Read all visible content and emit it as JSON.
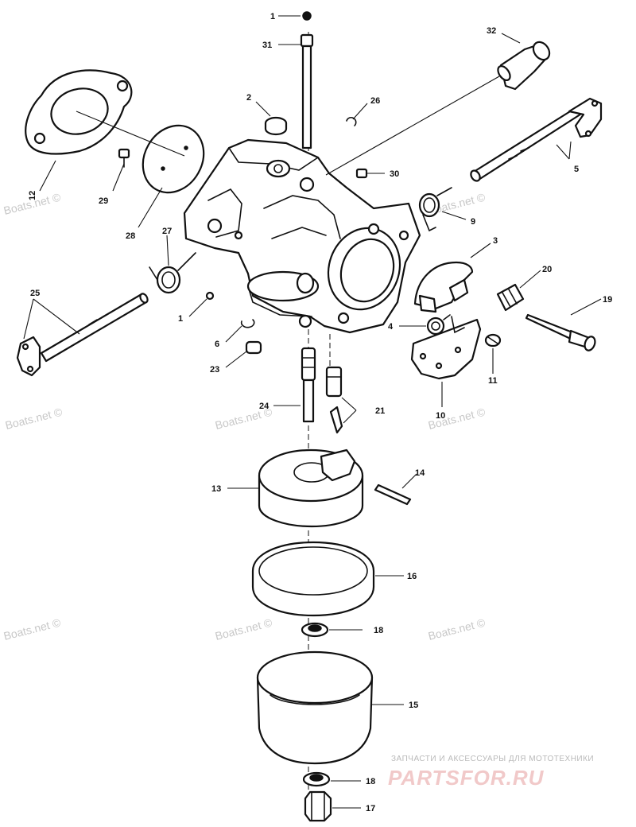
{
  "callouts": {
    "c1a": "1",
    "c1b": "1",
    "c2": "2",
    "c3": "3",
    "c4": "4",
    "c5": "5",
    "c6": "6",
    "c9": "9",
    "c10": "10",
    "c11": "11",
    "c12": "12",
    "c13": "13",
    "c14": "14",
    "c15": "15",
    "c16": "16",
    "c17": "17",
    "c18a": "18",
    "c18b": "18",
    "c19": "19",
    "c20": "20",
    "c21": "21",
    "c23": "23",
    "c24": "24",
    "c25": "25",
    "c26": "26",
    "c27": "27",
    "c28": "28",
    "c29": "29",
    "c30": "30",
    "c31": "31",
    "c32": "32"
  },
  "watermark": "Boats.net ©",
  "footer": {
    "tagline": "ЗАПЧАСТИ И АКСЕССУАРЫ ДЛЯ МОТОТЕХНИКИ",
    "logo": "PARTSFOR.RU"
  }
}
